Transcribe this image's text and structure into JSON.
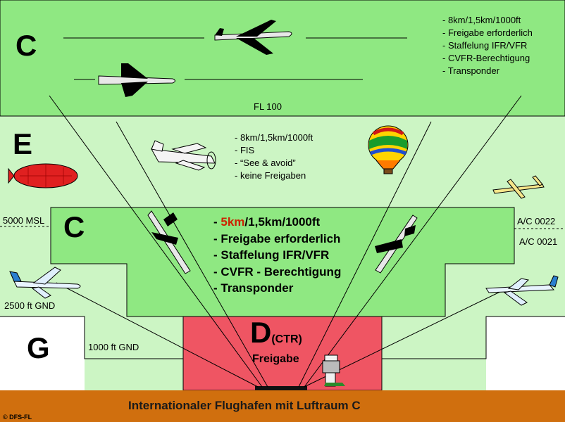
{
  "zones": {
    "c_upper": "C",
    "e": "E",
    "c_tma": "C",
    "g": "G",
    "d": "D",
    "d_suffix": "(CTR)"
  },
  "c_upper_list": [
    "- 8km/1,5km/1000ft",
    "- Freigabe erforderlich",
    "- Staffelung IFR/VFR",
    "- CVFR-Berechtigung",
    "- Transponder"
  ],
  "e_list": [
    "- 8km/1,5km/1000ft",
    "- FIS",
    "- “See & avoid”",
    "- keine Freigaben"
  ],
  "c_tma_list": {
    "first_prefix": "- ",
    "first_highlight": "5km",
    "first_suffix": "/1,5km/1000ft",
    "items": [
      "- Freigabe erforderlich",
      "- Staffelung IFR/VFR",
      "- CVFR - Berechtigung",
      "- Transponder"
    ]
  },
  "labels": {
    "fl100": "FL 100",
    "msl5000": "5000 MSL",
    "ac0022": "A/C 0022",
    "ac0021": "A/C 0021",
    "gnd2500": "2500 ft GND",
    "gnd1000": "1000 ft GND",
    "freigabe": "Freigabe",
    "airport": "Internationaler Flughafen mit Luftraum C",
    "copyright": "© DFS-FL"
  },
  "colors": {
    "airspace_c": "#8fe882",
    "airspace_e": "#ccf5c4",
    "airspace_d": "#ef5563",
    "ground": "#d06f0e",
    "highlight": "#cc2200"
  },
  "icons": [
    "jet-icon",
    "airship-icon",
    "small-plane-icon",
    "hot-air-balloon-icon",
    "glider-icon",
    "turboprop-plane-icon",
    "control-tower-icon"
  ]
}
